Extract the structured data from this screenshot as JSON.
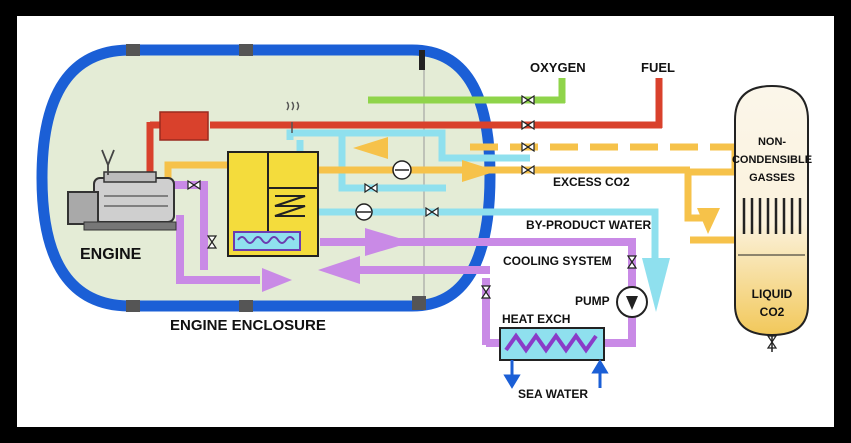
{
  "labels": {
    "oxygen": "OXYGEN",
    "fuel": "FUEL",
    "engine": "ENGINE",
    "engine_enclosure": "ENGINE ENCLOSURE",
    "excess_co2": "EXCESS CO2",
    "byproduct_water": "BY-PRODUCT WATER",
    "cooling_system": "COOLING SYSTEM",
    "pump": "PUMP",
    "heat_exch": "HEAT EXCH",
    "sea_water": "SEA WATER",
    "non_line1": "NON-",
    "non_line2": "CONDENSIBLE",
    "non_line3": "GASSES",
    "liquid_line1": "LIQUID",
    "liquid_line2": "CO2"
  },
  "colors": {
    "oxygen_line": "#8fd44a",
    "fuel_line": "#d9412c",
    "co2_line": "#f6c24a",
    "water_line": "#8fe0ee",
    "cooling_line": "#c98ae6",
    "enclosure_border": "#1b5fd6",
    "enclosure_fill": "#e4ecd6",
    "background": "#ffffff",
    "frame": "#000000",
    "liquid_co2": "#f2c85a",
    "reactor": "#f4dc3c"
  }
}
